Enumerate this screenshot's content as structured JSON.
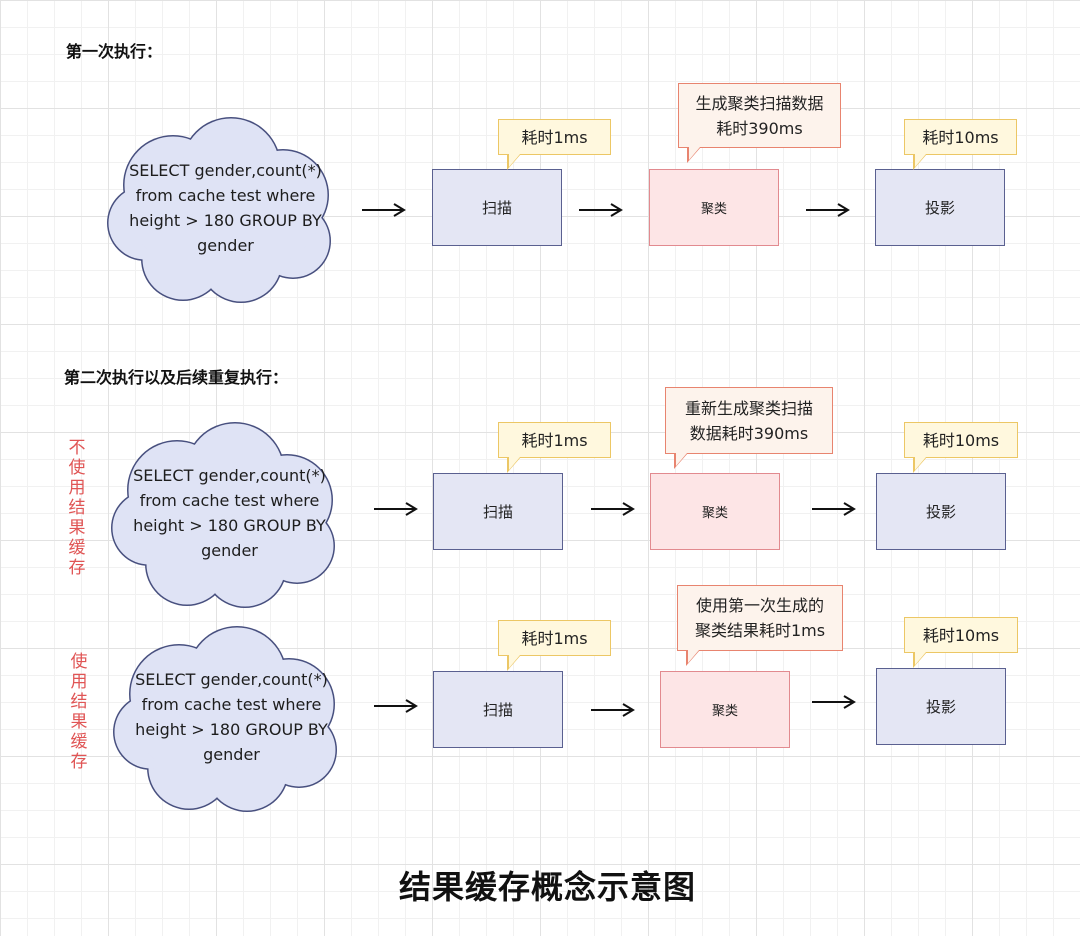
{
  "section1": {
    "heading": "第一次执行："
  },
  "section2": {
    "heading": "第二次执行以及后续重复执行："
  },
  "query": {
    "lines": [
      "SELECT gender,count(*)",
      "from cache test where",
      "height > 180 GROUP BY",
      "gender"
    ]
  },
  "rows": [
    {
      "label": [],
      "scan": "扫描",
      "aggregate": "聚类",
      "project": "投影",
      "scan_note": [
        "耗时1ms"
      ],
      "agg_note": [
        "生成聚类扫描数据",
        "耗时390ms"
      ],
      "proj_note": [
        "耗时10ms"
      ]
    },
    {
      "label": [
        "不",
        "使",
        "用",
        "结",
        "果",
        "缓",
        "存"
      ],
      "scan": "扫描",
      "aggregate": "聚类",
      "project": "投影",
      "scan_note": [
        "耗时1ms"
      ],
      "agg_note": [
        "重新生成聚类扫描",
        "数据耗时390ms"
      ],
      "proj_note": [
        "耗时10ms"
      ]
    },
    {
      "label": [
        "使",
        "用",
        "结",
        "果",
        "缓",
        "存"
      ],
      "scan": "扫描",
      "aggregate": "聚类",
      "project": "投影",
      "scan_note": [
        "耗时1ms"
      ],
      "agg_note": [
        "使用第一次生成的",
        "聚类结果耗时1ms"
      ],
      "proj_note": [
        "耗时10ms"
      ]
    }
  ],
  "caption": "结果缓存概念示意图",
  "colors": {
    "node_fill": "#e4e6f4",
    "node_border": "#5a6090",
    "agg_fill": "#fde5e6",
    "agg_border": "#e28a8f",
    "note_fill": "#fff8de",
    "note_border": "#ecc765",
    "agg_note_border": "#e8846f",
    "cloud_fill": "#dfe3f5",
    "cloud_border": "#48507f",
    "label_red": "#e05555"
  }
}
